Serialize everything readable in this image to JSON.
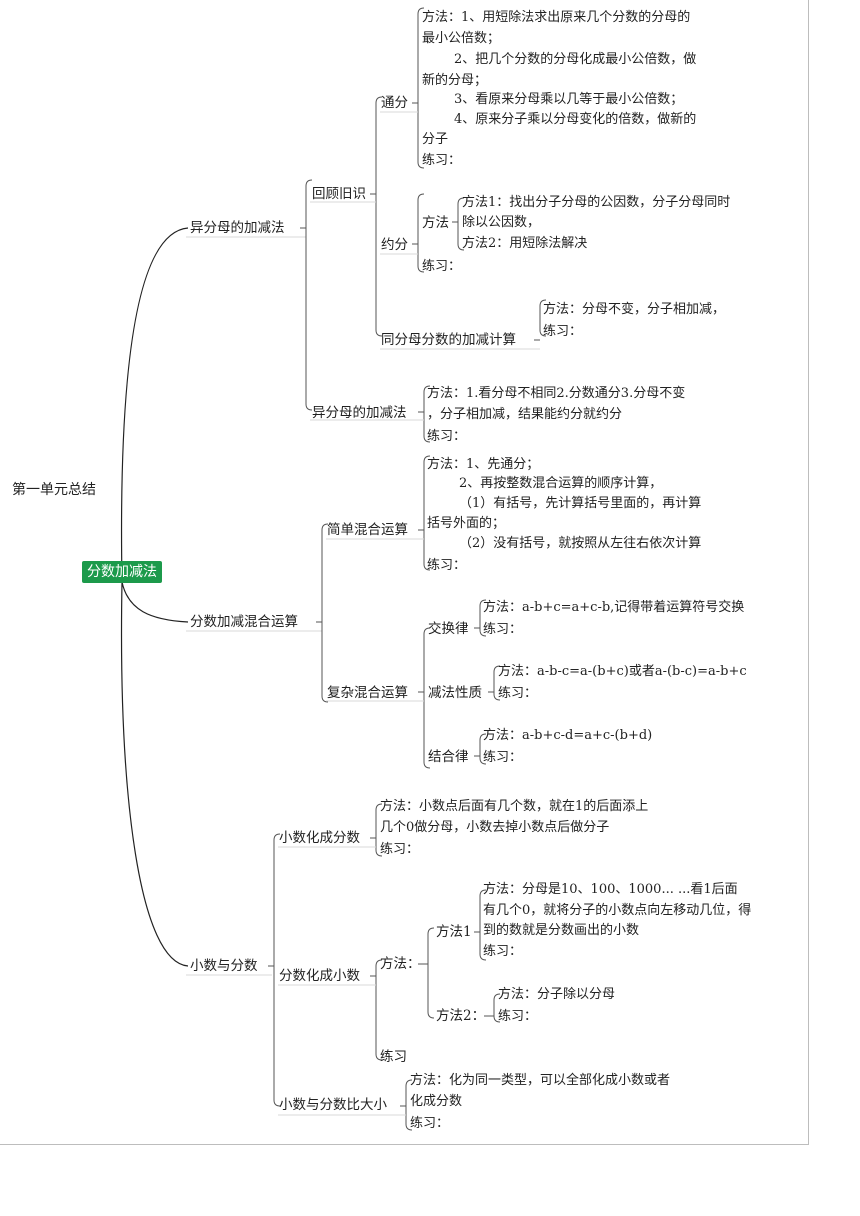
{
  "colors": {
    "center_node": "#1c9a4b",
    "center_text": "#ffffff",
    "lines": "#444444"
  },
  "title": "第一单元总结",
  "center": "分数加减法",
  "branches": {
    "diff_denom": {
      "label": "异分母的加减法",
      "review": {
        "label": "回顾旧识",
        "tongfen": {
          "label": "通分",
          "lines": [
            "方法：1、用短除法求出原来几个分数的分母的",
            "最小公倍数；",
            "2、把几个分数的分母化成最小公倍数，做",
            "新的分母；",
            "3、看原来分母乘以几等于最小公倍数；",
            "4、原来分子乘以分母变化的倍数，做新的",
            "分子",
            "练习："
          ]
        },
        "yuefen": {
          "label": "约分",
          "method_label": "方法",
          "method1": [
            "方法1：找出分子分母的公因数，分子分母同时",
            "除以公因数，"
          ],
          "method2": "方法2：用短除法解决",
          "practice": "练习："
        },
        "same_denom": {
          "label": "同分母分数的加减计算",
          "lines": [
            "方法：分母不变，分子相加减，",
            "练习："
          ]
        }
      },
      "rule": {
        "label": "异分母的加减法",
        "lines": [
          "方法：1.看分母不相同2.分数通分3.分母不变",
          "，分子相加减，结果能约分就约分",
          "练习："
        ]
      }
    },
    "mixed": {
      "label": "分数加减混合运算",
      "simple": {
        "label": "简单混合运算",
        "lines": [
          "方法：1、先通分；",
          "2、再按整数混合运算的顺序计算，",
          "（1）有括号，先计算括号里面的，再计算",
          "括号外面的；",
          "（2）没有括号，就按照从左往右依次计算",
          "练习："
        ]
      },
      "complex": {
        "label": "复杂混合运算",
        "commutative": {
          "label": "交换律",
          "lines": [
            "方法：a-b+c=a+c-b,记得带着运算符号交换",
            "练习："
          ]
        },
        "subtraction": {
          "label": "减法性质",
          "lines": [
            "方法：a-b-c=a-(b+c)或者a-(b-c)=a-b+c",
            "练习："
          ]
        },
        "associative": {
          "label": "结合律",
          "lines": [
            "方法：a-b+c-d=a+c-(b+d)",
            "练习："
          ]
        }
      }
    },
    "decimal": {
      "label": "小数与分数",
      "to_fraction": {
        "label": "小数化成分数",
        "lines": [
          "方法：小数点后面有几个数，就在1的后面添上",
          "几个0做分母，小数去掉小数点后做分子",
          "练习："
        ]
      },
      "to_decimal": {
        "label": "分数化成小数",
        "method_label": "方法：",
        "m1": {
          "label": "方法1",
          "lines": [
            "方法：分母是10、100、1000... ...看1后面",
            "有几个0，就将分子的小数点向左移动几位，得",
            "到的数就是分数画出的小数",
            "练习："
          ]
        },
        "m2": {
          "label": "方法2：",
          "lines": [
            "方法：分子除以分母",
            "练习："
          ]
        },
        "practice": "练习"
      },
      "compare": {
        "label": "小数与分数比大小",
        "lines": [
          "方法：化为同一类型，可以全部化成小数或者",
          "化成分数",
          "练习："
        ]
      }
    }
  }
}
